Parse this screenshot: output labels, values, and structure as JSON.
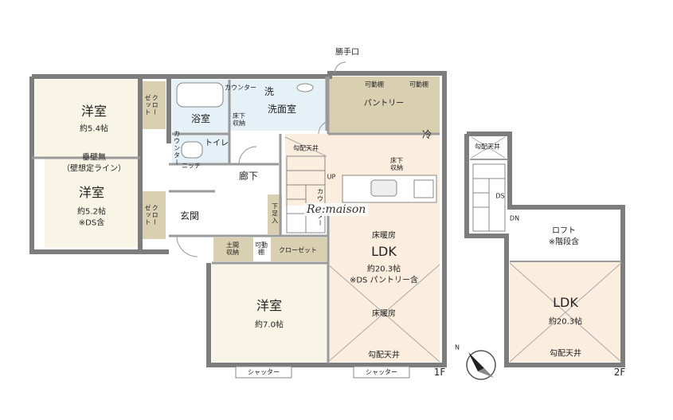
{
  "floor1": {
    "label": "1F",
    "rooms": {
      "western_nw": {
        "name": "洋室",
        "area": "約5.4帖"
      },
      "western_w": {
        "name": "洋室",
        "area": "約5.2帖",
        "note": "※DS含"
      },
      "western_s": {
        "name": "洋室",
        "area": "約7.0帖"
      },
      "ldk": {
        "name": "LDK",
        "heating": "床暖房",
        "area": "約20.3帖",
        "note": "※DS パントリー含",
        "heating2": "床暖房",
        "ceiling": "勾配天井"
      },
      "bath": "浴室",
      "washroom": "洗面室",
      "toilet": "トイレ",
      "corridor": "廊下",
      "entrance": "玄関",
      "pantry": "パントリー"
    },
    "labels": {
      "wall_note1": "垂壁無",
      "wall_note2": "（壁想定ライン）",
      "closet_nw": "クロー\nゼット",
      "closet_w": "クロー\nゼット",
      "closet_s": "クローゼット",
      "dirt_storage": "土間\n収納",
      "movable1": "可動\n棚",
      "movable_shelf_a": "可動棚",
      "movable_shelf_b": "可動棚",
      "floor_storage_1": "床下\n収納",
      "floor_storage_2": "床下\n収納",
      "counter_wash": "カウンター",
      "counter_toilet": "カウンター",
      "counter_kitchen": "カウ\nンター",
      "niche": "ニッチ",
      "wash": "洗",
      "fridge": "冷",
      "kitchen_ceiling": "勾配天井",
      "shoe_entry": "下足入",
      "up": "UP",
      "back_door": "勝手口",
      "shutter_1": "シャッター",
      "shutter_2": "シャッター"
    }
  },
  "floor2": {
    "label": "2F",
    "loft": {
      "name": "ロフト",
      "note": "※階段含"
    },
    "ldk": {
      "name": "LDK",
      "area": "約20.3帖",
      "ceiling": "勾配天井"
    },
    "top_ceiling": "勾配天井",
    "ds": "DS",
    "dn": "DN"
  },
  "brand": "Re:maison",
  "compass": "N",
  "colors": {
    "room_fill": "#f8f4e6",
    "ldk_fill": "#fbeede",
    "closet_fill": "#d9cfb1",
    "wet_fill": "#e6f1f7",
    "wall": "#7d7d7d"
  }
}
